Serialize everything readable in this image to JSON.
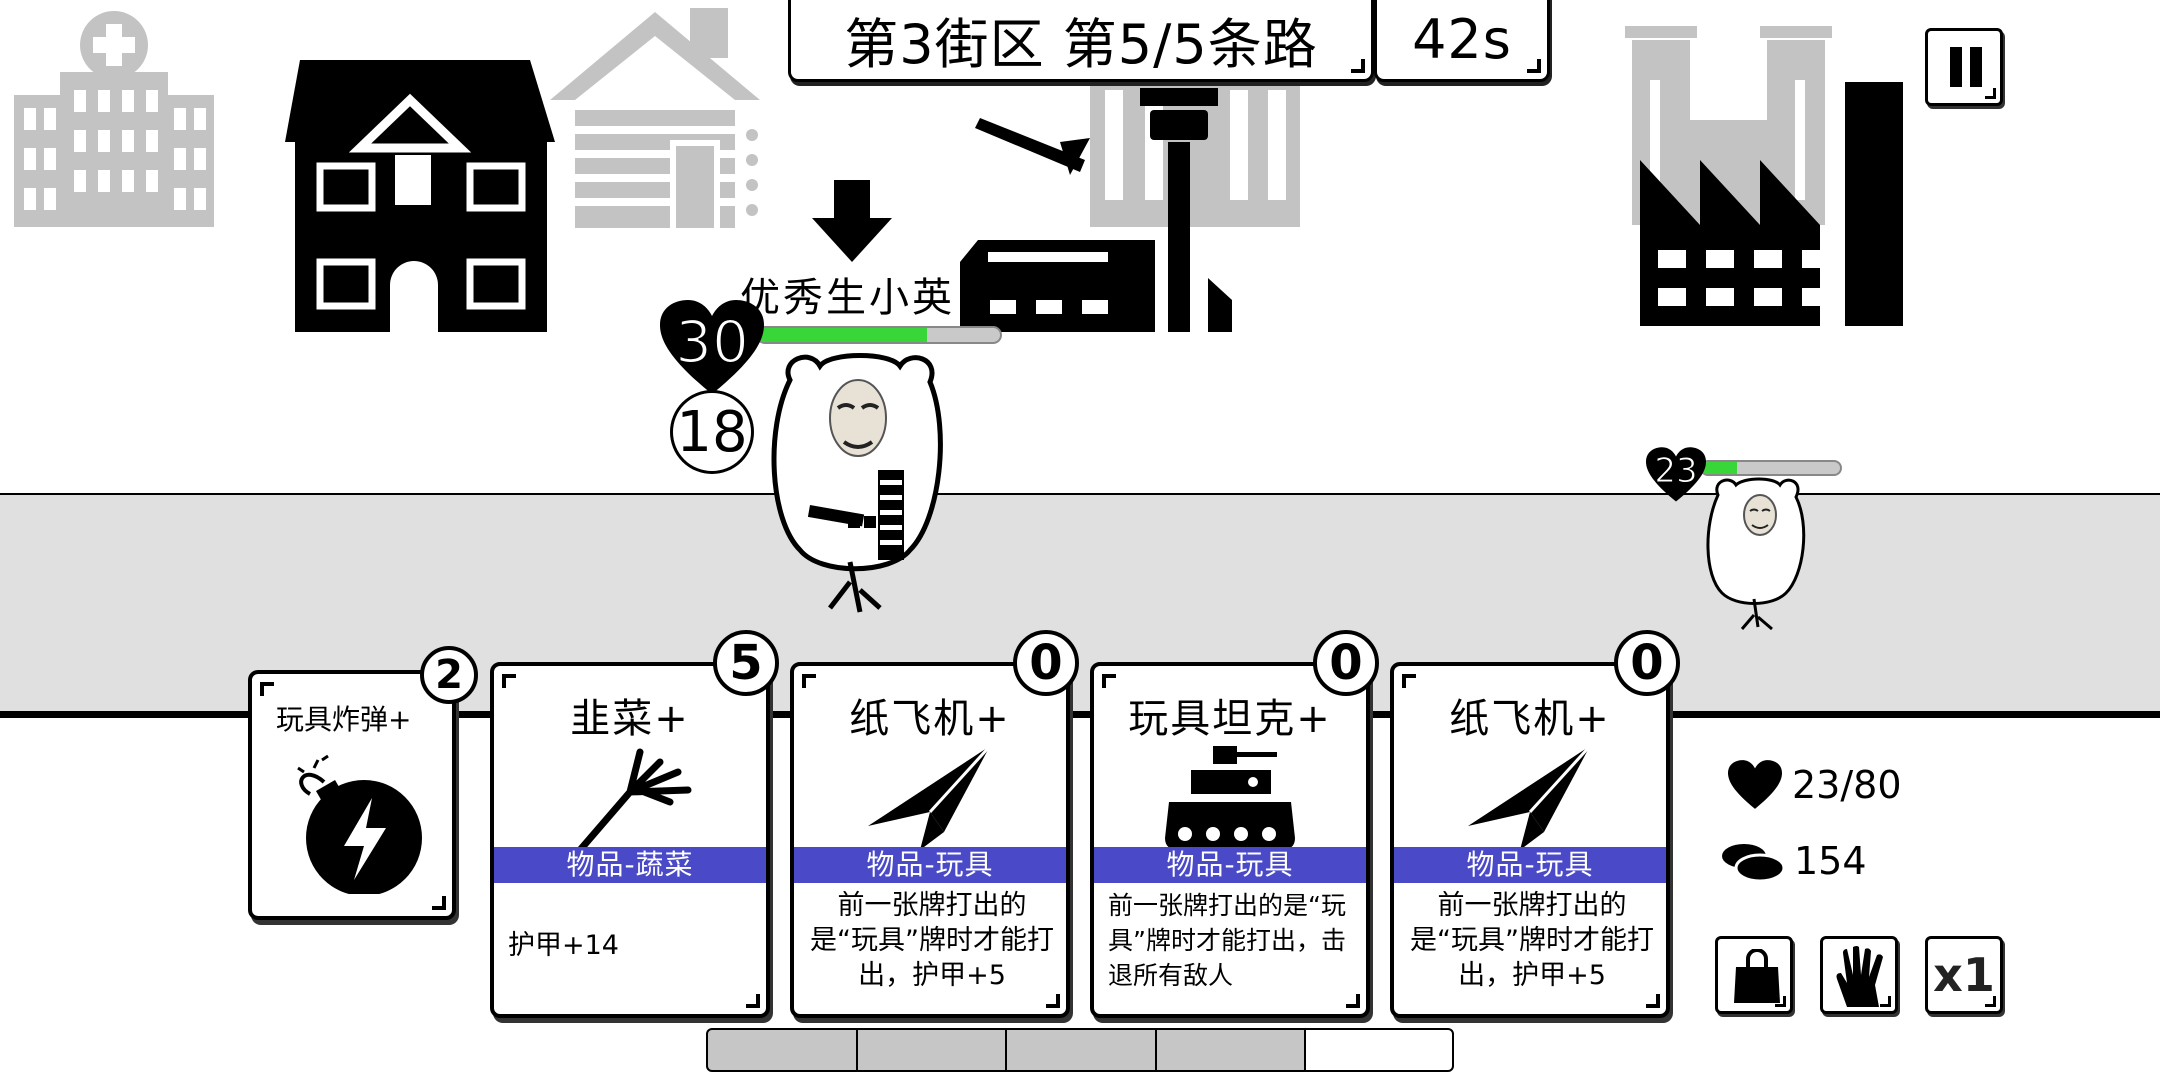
{
  "hud": {
    "location": "第3街区 第5/5条路",
    "timer": "42s"
  },
  "player": {
    "name": "优秀生小英",
    "hp_value": "30",
    "hp_fraction": 0.7,
    "shield_value": "18"
  },
  "enemy": {
    "hp_value": "23",
    "hp_fraction": 0.25
  },
  "hand": [
    {
      "name": "玩具炸弹+",
      "cost": "2",
      "icon": "bomb-icon"
    },
    {
      "name": "韭菜+",
      "cost": "5",
      "type": "物品-蔬菜",
      "desc": "护甲+14",
      "icon": "leek-icon"
    },
    {
      "name": "纸飞机+",
      "cost": "0",
      "type": "物品-玩具",
      "desc": "前一张牌打出的是“玩具”牌时才能打出，护甲+5",
      "icon": "paper-plane-icon"
    },
    {
      "name": "玩具坦克+",
      "cost": "0",
      "type": "物品-玩具",
      "desc": "前一张牌打出的是“玩具”牌时才能打出，击退所有敌人",
      "icon": "tank-icon"
    },
    {
      "name": "纸飞机+",
      "cost": "0",
      "type": "物品-玩具",
      "desc": "前一张牌打出的是“玩具”牌时才能打出，护甲+5",
      "icon": "paper-plane-icon"
    }
  ],
  "stats": {
    "hp": "23/80",
    "coins": "154"
  },
  "buttons": {
    "speed": "x1"
  },
  "progress": {
    "filled_segments": 4,
    "total_segments": 5
  },
  "colors": {
    "card_band": "#4a4ac8",
    "hp_green": "#39d639",
    "road": "#e0e0e0"
  }
}
